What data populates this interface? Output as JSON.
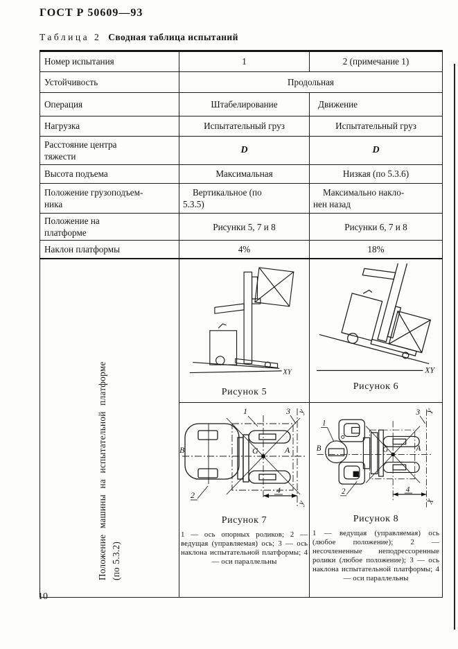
{
  "page": {
    "standard": "ГОСТ Р 50609—93",
    "table_label": "Таблица 2",
    "table_title": "Сводная таблица испытаний",
    "page_number": "10"
  },
  "table": {
    "rows": [
      {
        "label": "Номер испытания",
        "col1": "1",
        "col2": "2 (примечание 1)"
      },
      {
        "label": "Устойчивость",
        "span": "Продольная"
      },
      {
        "label": "Операция",
        "col1": "Штабелирование",
        "col2": "Движение"
      },
      {
        "label": "Нагрузка",
        "col1": "Испытательный груз",
        "col2": "Испытательный груз"
      },
      {
        "label": "Расстояние центра\nтяжести",
        "col1": "D",
        "col2": "D"
      },
      {
        "label": "Высота подъема",
        "col1": "Максимальная",
        "col2": "Низкая (по 5.3.6)"
      },
      {
        "label": "Положение грузоподъем-\nника",
        "col1": "Вертикальное (по\n5.3.5)",
        "col2": "Максимально накло-\nнен назад"
      },
      {
        "label": "Положение на\nплатформе",
        "col1": "Рисунки 5, 7 и 8",
        "col2": "Рисунки 6, 7 и 8"
      },
      {
        "label": "Наклон платформы",
        "col1": "4%",
        "col2": "18%"
      }
    ],
    "side_label": "Положение машины на испытательной платформе",
    "side_note": "(по 5.3.2)"
  },
  "figures": {
    "fig5": {
      "caption": "Рисунок 5",
      "ground_axis": "XY"
    },
    "fig6": {
      "caption": "Рисунок 6",
      "ground_axis": "XY"
    },
    "fig7": {
      "caption": "Рисунок 7",
      "labels": {
        "left": "B",
        "right": "A",
        "center": "G",
        "n1": "1",
        "n2": "2",
        "n3": "3",
        "n4": "4",
        "axis_top": "y",
        "axis_bottom": "y"
      },
      "legend": "1 — ось опорных роликов; 2 — ведущая (управляемая) ось; 3 — ось наклона испытательной платформы; 4 — оси параллельны"
    },
    "fig8": {
      "caption": "Рисунок 8",
      "labels": {
        "left": "B",
        "right": "A",
        "center": "G",
        "n1": "1",
        "n2": "2",
        "n3": "3",
        "n4": "4",
        "axis_top": "Y",
        "axis_bottom": "X"
      },
      "legend": "1 — ведущая (управляемая) ось (любое положение); 2 — несочлененные неподрессоренные ролики (любое положение); 3 — ось наклона испытательной платформы; 4 — оси параллельны"
    }
  }
}
